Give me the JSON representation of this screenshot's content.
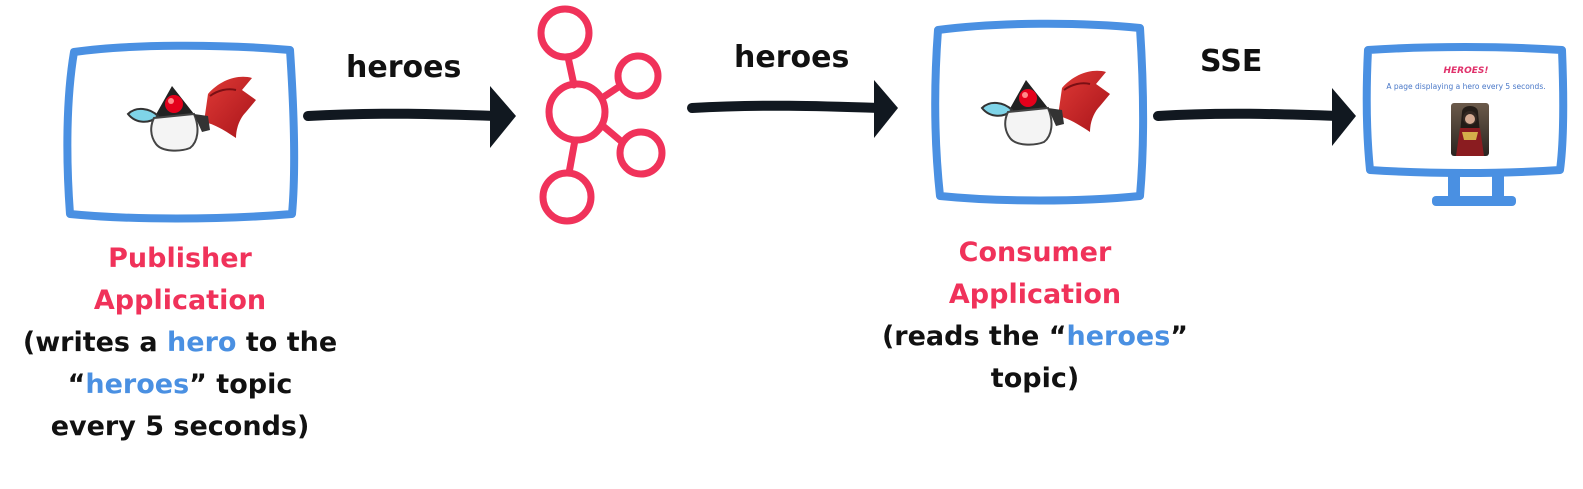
{
  "edges": {
    "publisher_to_broker": "heroes",
    "broker_to_consumer": "heroes",
    "consumer_to_browser": "SSE"
  },
  "publisher": {
    "title_line1": "Publisher",
    "title_line2": "Application",
    "desc_line1_pre": "(writes a ",
    "desc_line1_hl": "hero",
    "desc_line1_post": " to the",
    "desc_line2_pre": "“",
    "desc_line2_hl": "heroes",
    "desc_line2_post": "” topic",
    "desc_line3": "every 5 seconds)"
  },
  "consumer": {
    "title_line1": "Consumer",
    "title_line2": "Application",
    "desc_line1_pre": "(reads the “",
    "desc_line1_hl": "heroes",
    "desc_line1_post": "”",
    "desc_line2": "topic)"
  },
  "browser": {
    "page_title": "HEROES!",
    "page_text": "A page displaying a hero every 5 seconds."
  },
  "colors": {
    "accent_pink": "#f0325a",
    "accent_blue": "#4a90e2",
    "arrow": "#111820"
  },
  "icons": {
    "app_mascot": "java-duke-caped-mascot-icon",
    "broker": "kafka-logo-icon",
    "browser": "monitor-icon"
  }
}
